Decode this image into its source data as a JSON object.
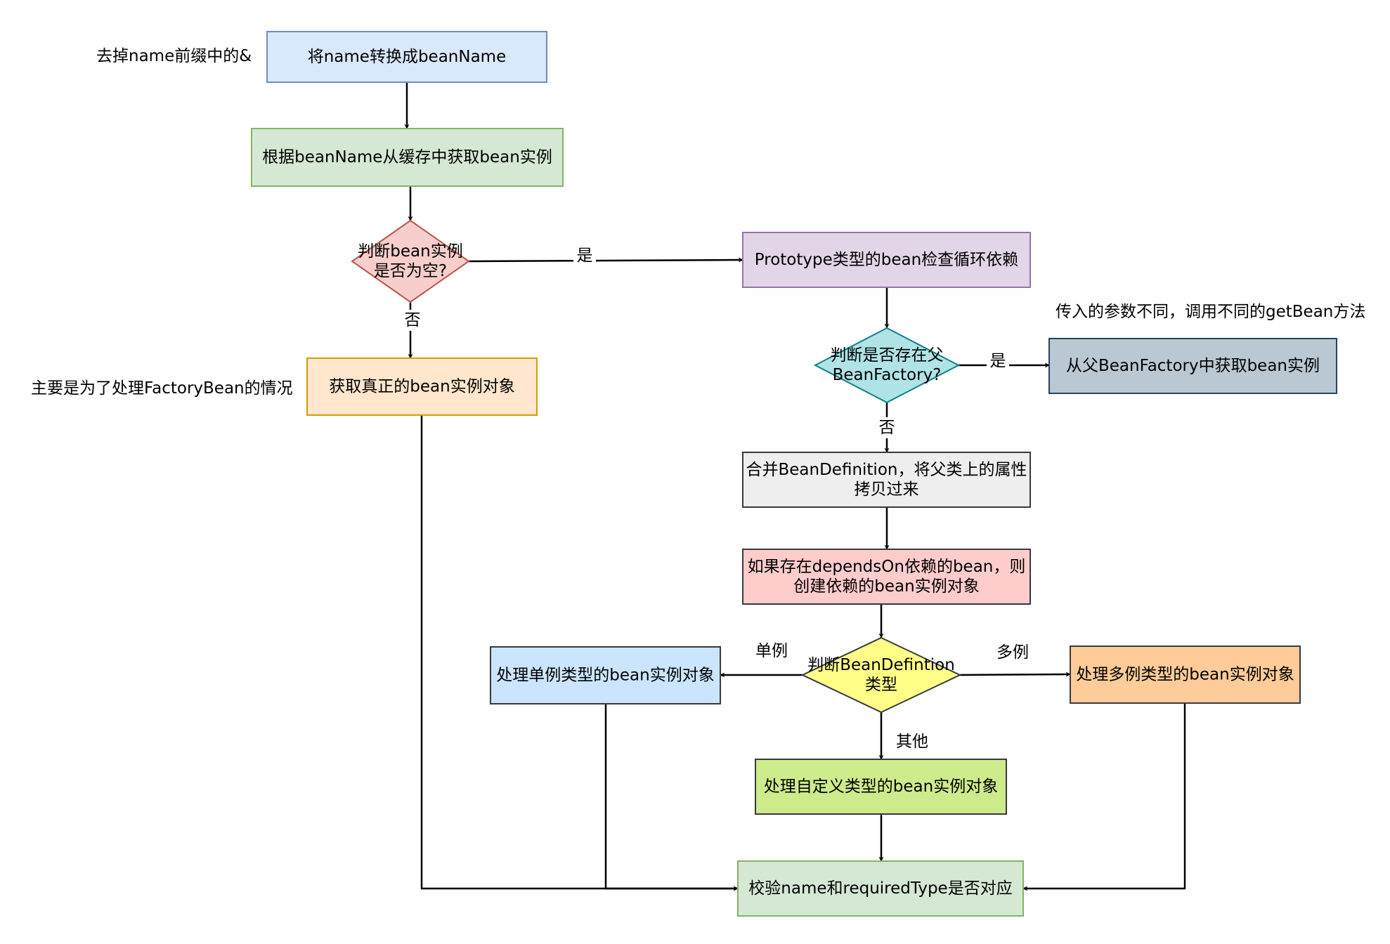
{
  "nodes": {
    "convert_name": {
      "lines": [
        "将name转换成beanName"
      ],
      "fill": "#dae8fc",
      "stroke": "#6c8ebf"
    },
    "get_from_cache": {
      "lines": [
        "根据beanName从缓存中获取bean实例"
      ],
      "fill": "#d5e8d4",
      "stroke": "#82b366"
    },
    "is_null_decision": {
      "lines": [
        "判断bean实例",
        "是否为空?"
      ],
      "fill": "#f8cecc",
      "stroke": "#b85450"
    },
    "get_real_instance": {
      "lines": [
        "获取真正的bean实例对象"
      ],
      "fill": "#ffe6cc",
      "stroke": "#d79b00"
    },
    "prototype_check": {
      "lines": [
        "Prototype类型的bean检查循环依赖"
      ],
      "fill": "#e1d5e7",
      "stroke": "#9673a6"
    },
    "parent_factory_decision": {
      "lines": [
        "判断是否存在父",
        "BeanFactory?"
      ],
      "fill": "#b0e3e6",
      "stroke": "#0e8088"
    },
    "get_from_parent": {
      "lines": [
        "从父BeanFactory中获取bean实例"
      ],
      "fill": "#bac8d3",
      "stroke": "#23445d"
    },
    "merge_definition": {
      "lines": [
        "合并BeanDefinition，将父类上的属性",
        "拷贝过来"
      ],
      "fill": "#eeeeee",
      "stroke": "#36393d"
    },
    "depends_on": {
      "lines": [
        "如果存在dependsOn依赖的bean，则",
        "创建依赖的bean实例对象"
      ],
      "fill": "#ffcccc",
      "stroke": "#36393d"
    },
    "definition_type_decision": {
      "lines": [
        "判断BeanDefintion",
        "类型"
      ],
      "fill": "#ffff88",
      "stroke": "#36393d"
    },
    "singleton": {
      "lines": [
        "处理单例类型的bean实例对象"
      ],
      "fill": "#cce5ff",
      "stroke": "#36393d"
    },
    "prototype": {
      "lines": [
        "处理多例类型的bean实例对象"
      ],
      "fill": "#ffcc99",
      "stroke": "#36393d"
    },
    "custom_scope": {
      "lines": [
        "处理自定义类型的bean实例对象"
      ],
      "fill": "#cdeb8b",
      "stroke": "#36393d"
    },
    "check_type": {
      "lines": [
        "校验name和requiredType是否对应"
      ],
      "fill": "#d5e8d4",
      "stroke": "#82b366"
    }
  },
  "notes": {
    "strip_prefix": "去掉name前缀中的&",
    "factory_bean": "主要是为了处理FactoryBean的情况",
    "parent_args": "传入的参数不同，调用不同的getBean方法"
  },
  "edge_labels": {
    "null_yes": "是",
    "null_no": "否",
    "parent_yes": "是",
    "parent_no": "否",
    "singleton": "单例",
    "prototype": "多例",
    "other": "其他"
  }
}
